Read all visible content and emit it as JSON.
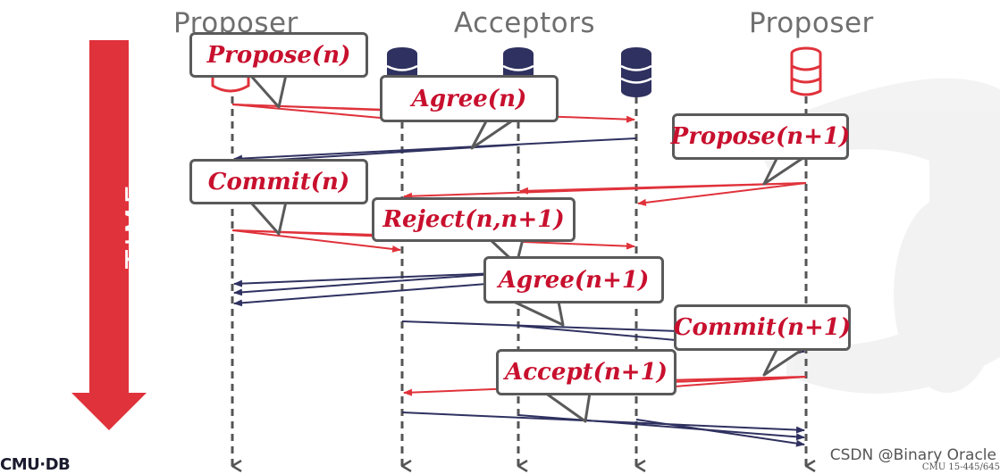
{
  "headers": {
    "proposer_left": "Proposer",
    "acceptors": "Acceptors",
    "proposer_right": "Proposer"
  },
  "time_label": "TIME",
  "callouts": {
    "propose_n": "Propose(n)",
    "agree_n": "Agree(n)",
    "propose_n1": "Propose(n+1)",
    "commit_n": "Commit(n)",
    "reject": "Reject(n,n+1)",
    "agree_n1": "Agree(n+1)",
    "commit_n1": "Commit(n+1)",
    "accept_n1": "Accept(n+1)"
  },
  "logo": "CMU·DB",
  "footer": "CSDN @Binary Oracle",
  "slide_ref": "CMU 15-445/645",
  "colors": {
    "red": "#e0323b",
    "navy": "#2f3160",
    "text_red": "#c8102e",
    "gray_border": "#5a5a5a"
  },
  "icons": {
    "node": "database-icon",
    "arrow": "time-arrow"
  }
}
